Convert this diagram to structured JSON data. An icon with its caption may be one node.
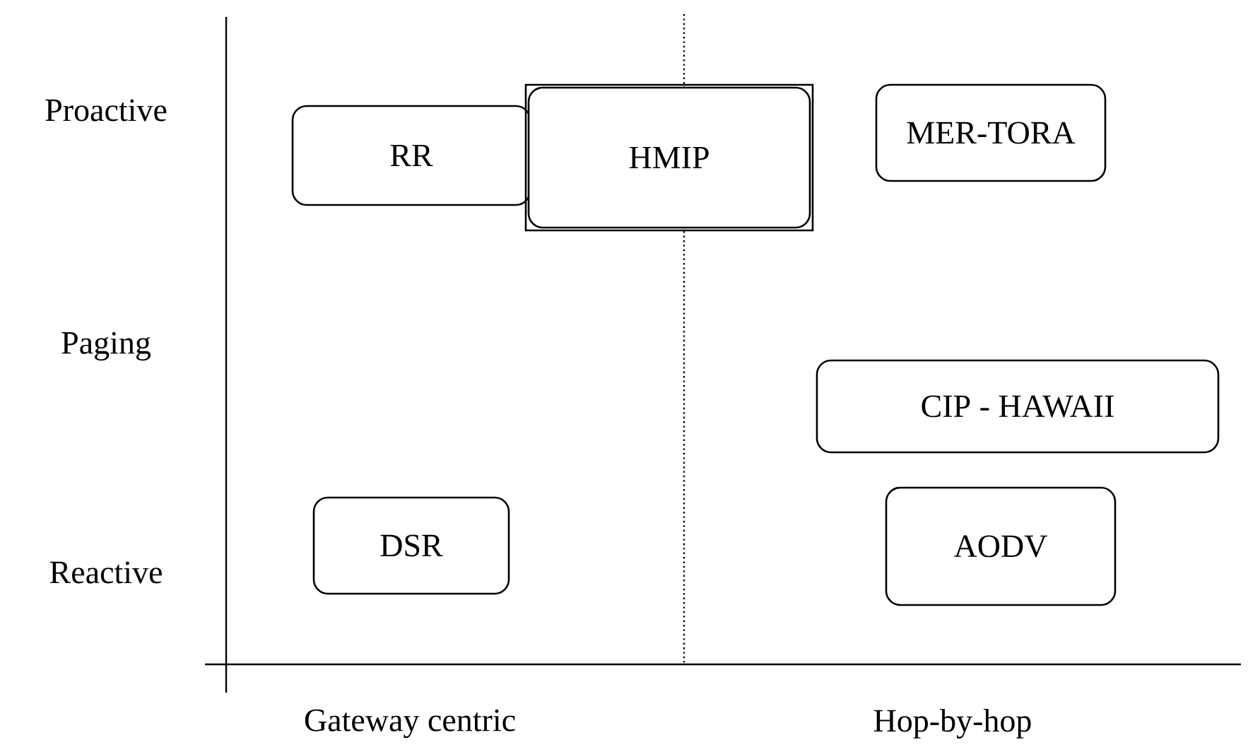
{
  "diagram": {
    "nodes": [
      {
        "text": [
          "RR"
        ]
      },
      {
        "text": [
          "HMIP"
        ]
      },
      {
        "text": [
          "MER-TORA"
        ]
      },
      {
        "text": [
          "CIP - HAWAII"
        ]
      },
      {
        "text": [
          "DSR"
        ]
      },
      {
        "text": [
          "AODV"
        ]
      }
    ],
    "labels": [
      "Proactive",
      "Paging",
      "Reactive",
      "Gateway centric",
      "Hop-by-hop"
    ]
  }
}
